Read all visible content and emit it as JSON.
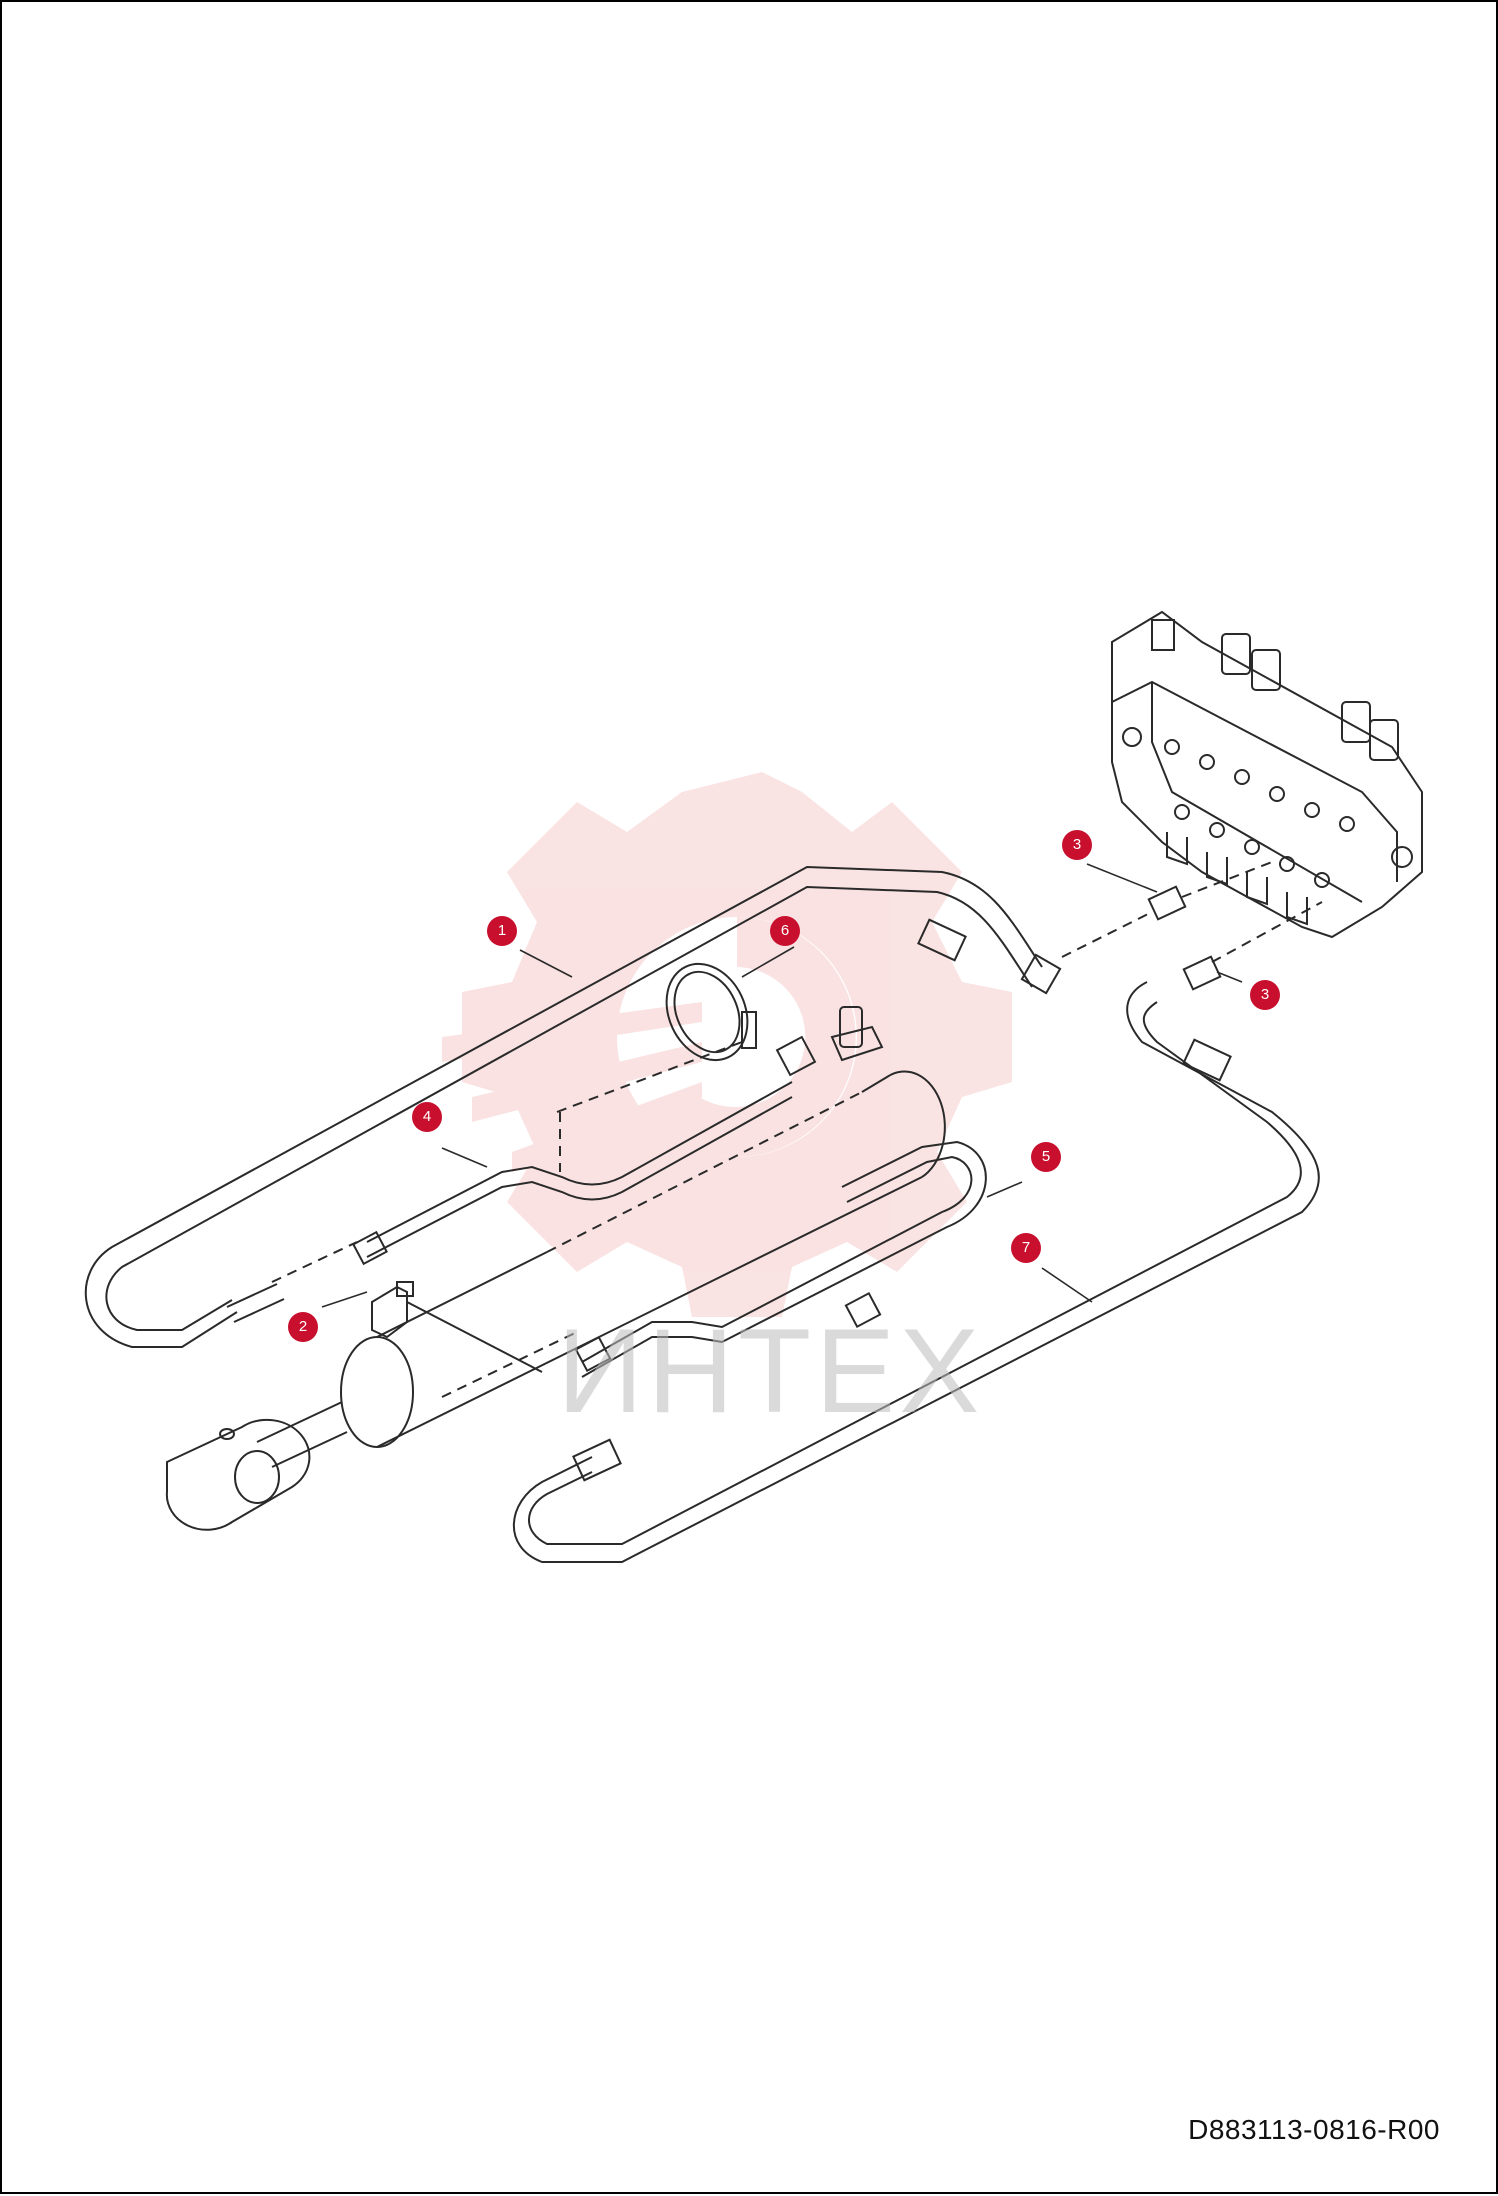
{
  "diagram": {
    "drawing_number": "D883113-0816-R00",
    "watermark_text": "ИНТЕХ",
    "callouts": [
      {
        "label": "1"
      },
      {
        "label": "2"
      },
      {
        "label": "3"
      },
      {
        "label": "3"
      },
      {
        "label": "4"
      },
      {
        "label": "5"
      },
      {
        "label": "6"
      },
      {
        "label": "7"
      }
    ],
    "colors": {
      "callout": "#c8102e",
      "line": "#2a2a2a",
      "logo": "#f4c4c4"
    }
  }
}
